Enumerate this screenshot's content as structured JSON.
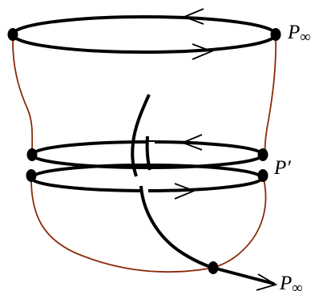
{
  "labels": {
    "top_point": {
      "letter": "P",
      "subscript": "∞"
    },
    "middle_point": {
      "letter": "P",
      "prime": "′"
    },
    "bottom_point": {
      "letter": "P",
      "subscript": "∞"
    }
  },
  "colors": {
    "curve": "#000000",
    "boundary": "#8b2a0a",
    "background": "#ffffff"
  }
}
